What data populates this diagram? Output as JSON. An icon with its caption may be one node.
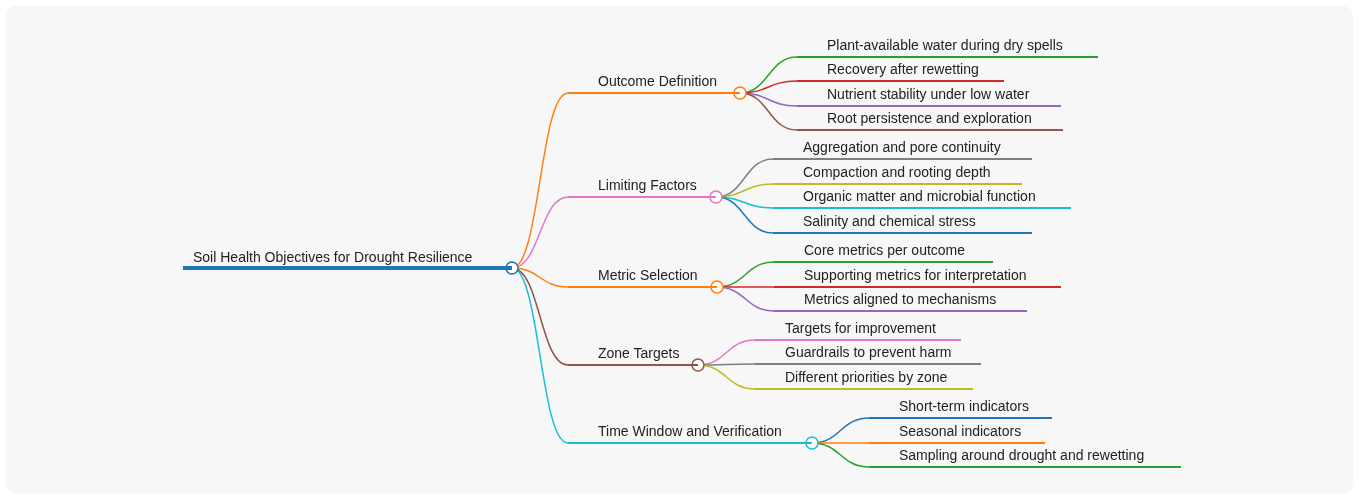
{
  "diagram": {
    "nodes": [
      {
        "text": [
          "Soil Health Objectives for Drought Resilience"
        ]
      },
      {
        "text": [
          "Outcome Definition"
        ]
      },
      {
        "text": [
          "Plant-available water during dry spells"
        ]
      },
      {
        "text": [
          "Recovery after rewetting"
        ]
      },
      {
        "text": [
          "Nutrient stability under low water"
        ]
      },
      {
        "text": [
          "Root persistence and exploration"
        ]
      },
      {
        "text": [
          "Limiting Factors"
        ]
      },
      {
        "text": [
          "Aggregation and pore continuity"
        ]
      },
      {
        "text": [
          "Compaction and rooting depth"
        ]
      },
      {
        "text": [
          "Organic matter and microbial function"
        ]
      },
      {
        "text": [
          "Salinity and chemical stress"
        ]
      },
      {
        "text": [
          "Metric Selection"
        ]
      },
      {
        "text": [
          "Core metrics per outcome"
        ]
      },
      {
        "text": [
          "Supporting metrics for interpretation"
        ]
      },
      {
        "text": [
          "Metrics aligned to mechanisms"
        ]
      },
      {
        "text": [
          "Zone Targets"
        ]
      },
      {
        "text": [
          "Targets for improvement"
        ]
      },
      {
        "text": [
          "Guardrails to prevent harm"
        ]
      },
      {
        "text": [
          "Different priorities by zone"
        ]
      },
      {
        "text": [
          "Time Window and Verification"
        ]
      },
      {
        "text": [
          "Short-term indicators"
        ]
      },
      {
        "text": [
          "Seasonal indicators"
        ]
      },
      {
        "text": [
          "Sampling around drought and rewetting"
        ]
      }
    ],
    "edges": [
      {
        "from": 0,
        "to": 1,
        "arrow": "none",
        "color": "#ff7f0e"
      },
      {
        "from": 1,
        "to": 2,
        "arrow": "none",
        "color": "#2ca02c"
      },
      {
        "from": 1,
        "to": 3,
        "arrow": "none",
        "color": "#d62728"
      },
      {
        "from": 1,
        "to": 4,
        "arrow": "none",
        "color": "#9467bd"
      },
      {
        "from": 1,
        "to": 5,
        "arrow": "none",
        "color": "#8c564b"
      },
      {
        "from": 0,
        "to": 6,
        "arrow": "none",
        "color": "#e377c2"
      },
      {
        "from": 6,
        "to": 7,
        "arrow": "none",
        "color": "#7f7f7f"
      },
      {
        "from": 6,
        "to": 8,
        "arrow": "none",
        "color": "#bcbd22"
      },
      {
        "from": 6,
        "to": 9,
        "arrow": "none",
        "color": "#17becf"
      },
      {
        "from": 6,
        "to": 10,
        "arrow": "none",
        "color": "#1f77b4"
      },
      {
        "from": 0,
        "to": 11,
        "arrow": "none",
        "color": "#ff7f0e"
      },
      {
        "from": 11,
        "to": 12,
        "arrow": "none",
        "color": "#2ca02c"
      },
      {
        "from": 11,
        "to": 13,
        "arrow": "none",
        "color": "#d62728"
      },
      {
        "from": 11,
        "to": 14,
        "arrow": "none",
        "color": "#9467bd"
      },
      {
        "from": 0,
        "to": 15,
        "arrow": "none",
        "color": "#8c564b"
      },
      {
        "from": 15,
        "to": 16,
        "arrow": "none",
        "color": "#e377c2"
      },
      {
        "from": 15,
        "to": 17,
        "arrow": "none",
        "color": "#7f7f7f"
      },
      {
        "from": 15,
        "to": 18,
        "arrow": "none",
        "color": "#bcbd22"
      },
      {
        "from": 0,
        "to": 19,
        "arrow": "none",
        "color": "#17becf"
      },
      {
        "from": 19,
        "to": 20,
        "arrow": "none",
        "color": "#1f77b4"
      },
      {
        "from": 19,
        "to": 21,
        "arrow": "none",
        "color": "#ff7f0e"
      },
      {
        "from": 19,
        "to": 22,
        "arrow": "none",
        "color": "#2ca02c"
      }
    ]
  }
}
